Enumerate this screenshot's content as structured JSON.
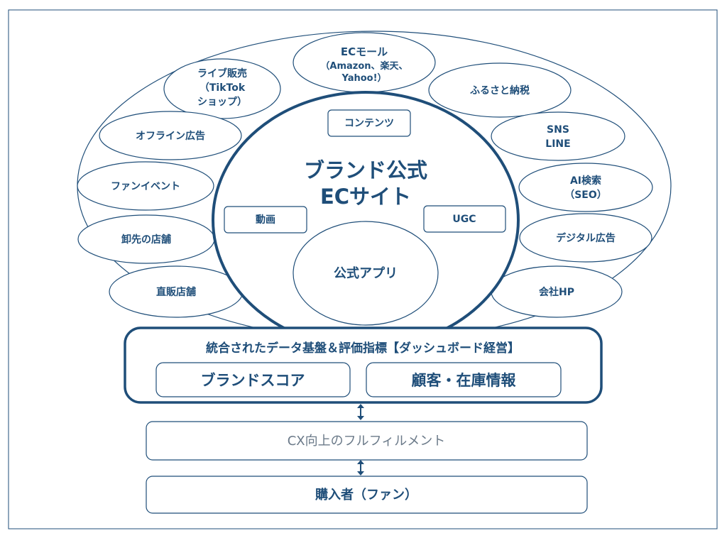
{
  "colors": {
    "primary": "#1f4e79",
    "muted": "#6b7a89",
    "background": "#ffffff"
  },
  "center": {
    "title_line1": "ブランド公式",
    "title_line2": "ECサイト",
    "app": "公式アプリ"
  },
  "inner_boxes": {
    "content": "コンテンツ",
    "video": "動画",
    "ugc": "UGC"
  },
  "channels": {
    "ec_mall": [
      "ECモール",
      "（Amazon、楽天、",
      "Yahoo!）"
    ],
    "live_commerce": [
      "ライブ販売",
      "（TikTok",
      "ショップ）"
    ],
    "furusato": [
      "ふるさと納税"
    ],
    "offline_ads": [
      "オフライン広告"
    ],
    "sns": [
      "SNS",
      "LINE"
    ],
    "fan_event": [
      "ファンイベント"
    ],
    "ai_search": [
      "AI検索",
      "（SEO）"
    ],
    "wholesale": [
      "卸先の店舗"
    ],
    "digital_ads": [
      "デジタル広告"
    ],
    "direct_store": [
      "直販店舗"
    ],
    "company_hp": [
      "会社HP"
    ]
  },
  "data_platform": {
    "title": "統合されたデータ基盤＆評価指標【ダッシュボード経営】",
    "brand_score": "ブランドスコア",
    "customer_inventory": "顧客・在庫情報"
  },
  "fulfillment": "CX向上のフルフィルメント",
  "buyer": "購入者（ファン）"
}
